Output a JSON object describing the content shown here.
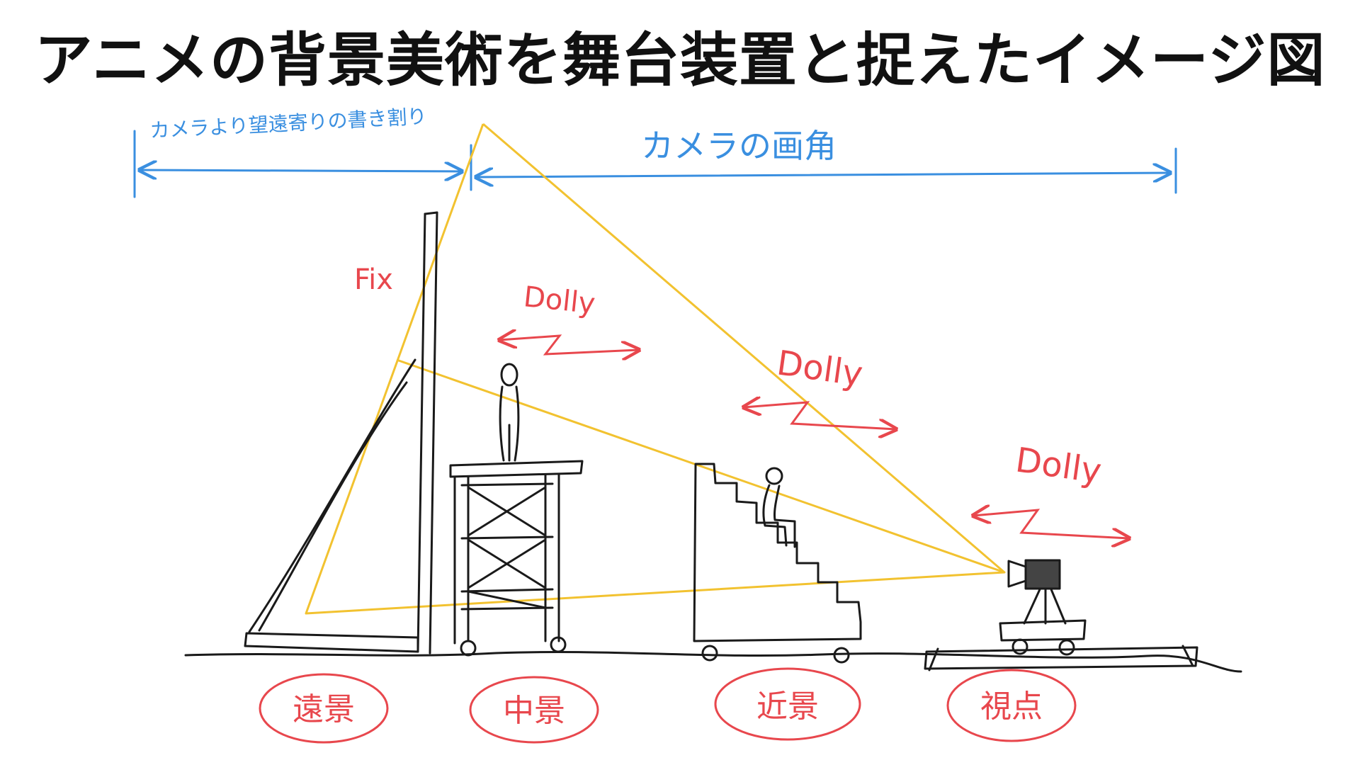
{
  "title": "アニメの背景美術を舞台装置と捉えたイメージ図",
  "annotations": {
    "telephoto_span": "カメラより望遠寄りの書き割り",
    "camera_angle_span": "カメラの画角",
    "fix": "Fix",
    "dolly_mid": "Dolly",
    "dolly_near": "Dolly",
    "dolly_view": "Dolly"
  },
  "layers": [
    {
      "label": "遠景"
    },
    {
      "label": "中景"
    },
    {
      "label": "近景"
    },
    {
      "label": "視点"
    }
  ],
  "colors": {
    "ink": "#1a1a1a",
    "blue": "#3a8fe0",
    "red": "#e8474d",
    "yellow": "#f2c230",
    "title": "#111111"
  }
}
